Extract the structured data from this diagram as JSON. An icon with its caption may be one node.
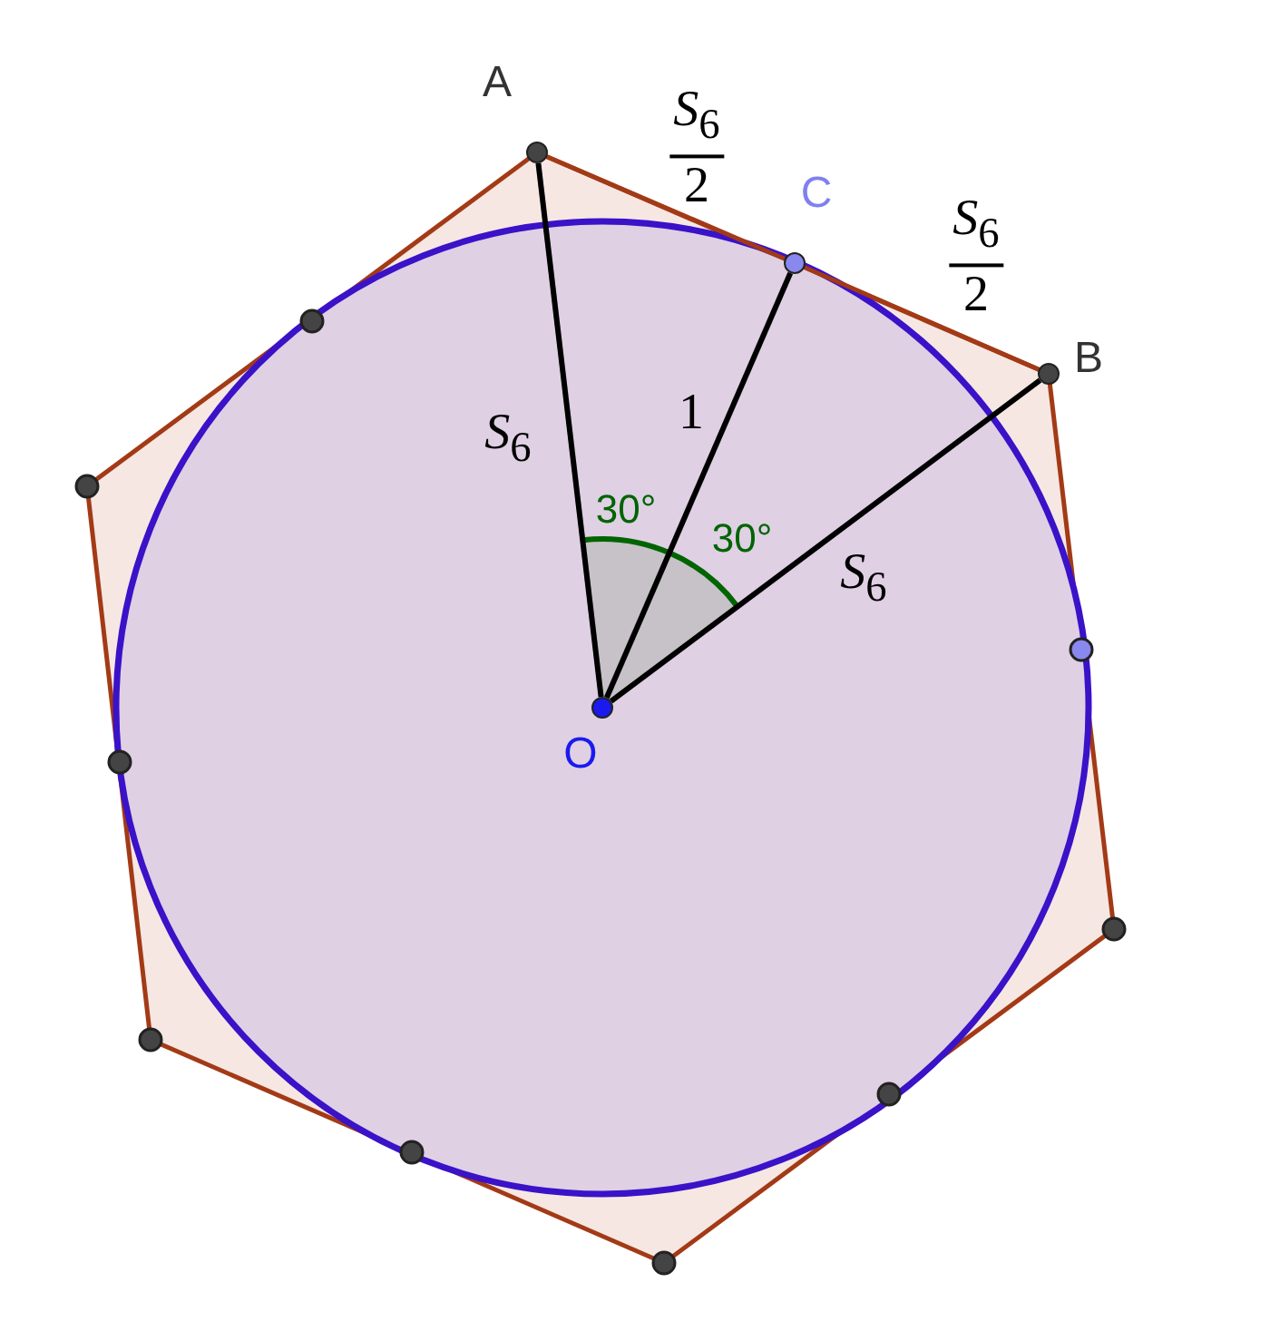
{
  "diagram": {
    "nodes": [
      {
        "text": [
          "A"
        ]
      },
      {
        "text": [
          "C"
        ]
      },
      {
        "text": [
          "B"
        ]
      },
      {
        "text": [
          "O"
        ]
      }
    ],
    "edges": [
      {
        "from": 3,
        "to": 0,
        "arrow": "none",
        "label": "*S*$_{6}$"
      },
      {
        "from": 3,
        "to": 1,
        "arrow": "none",
        "label": "1"
      },
      {
        "from": 3,
        "to": 2,
        "arrow": "none",
        "label": "*S*$_{6}$"
      },
      {
        "from": 0,
        "to": 1,
        "arrow": "none",
        "label": "*S*$_{6}$ 2",
        "color": "#a33a16"
      },
      {
        "from": 1,
        "to": 2,
        "arrow": "none",
        "label": "*S*$_{6}$ 2",
        "color": "#a33a16"
      }
    ],
    "labels": [
      "30°",
      "30°"
    ]
  }
}
